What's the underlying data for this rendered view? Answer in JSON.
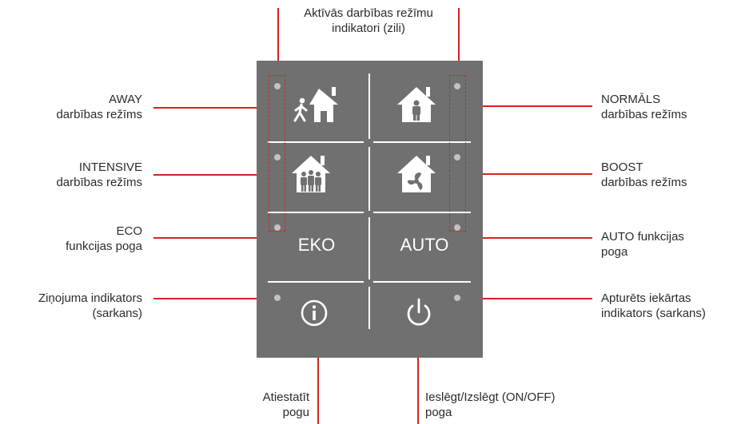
{
  "labels": {
    "top_title_1": "Aktīvās darbības režīmu",
    "top_title_2": "indikatori (zili)",
    "away_1": "AWAY",
    "away_2": "darbības režīms",
    "intensive_1": "INTENSIVE",
    "intensive_2": "darbības režīms",
    "eco_1": "ECO",
    "eco_2": "funkcijas poga",
    "message_1": "Ziņojuma indikators",
    "message_2": "(sarkans)",
    "normal_1": "NORMĀLS",
    "normal_2": "darbības režīms",
    "boost_1": "BOOST",
    "boost_2": "darbības režīms",
    "auto_1": "AUTO funkcijas",
    "auto_2": "poga",
    "stopped_1": "Apturēts iekārtas",
    "stopped_2": "indikators (sarkans)",
    "reset_1": "Atiestatīt",
    "reset_2": "pogu",
    "power_1": "Ieslēgt/Izslēgt (ON/OFF)",
    "power_2": "poga"
  },
  "panel": {
    "eko_label": "EKO",
    "auto_label": "AUTO"
  },
  "colors": {
    "panel": "#707070",
    "callout_line": "#d92020",
    "indicator": "#c2c2c2",
    "icon": "#ffffff"
  },
  "icons": [
    "walking-person-house-icon",
    "person-in-house-icon",
    "group-in-house-icon",
    "fan-in-house-icon",
    "info-icon",
    "power-icon"
  ]
}
